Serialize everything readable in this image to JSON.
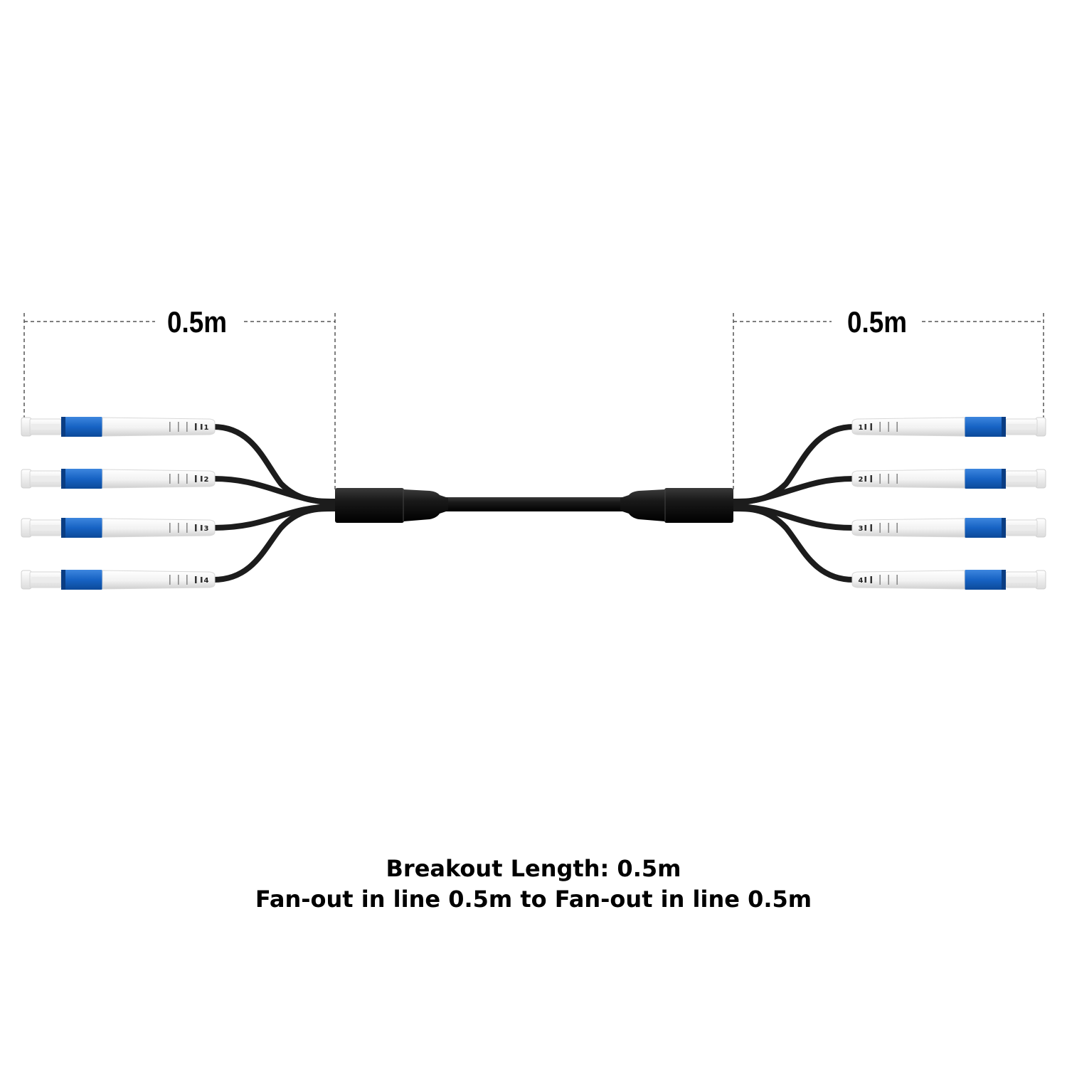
{
  "dimensions": {
    "left_label": "0.5m",
    "right_label": "0.5m"
  },
  "fibers": {
    "left": [
      "1",
      "2",
      "3",
      "4"
    ],
    "right": [
      "1",
      "2",
      "3",
      "4"
    ]
  },
  "caption": {
    "line1": "Breakout Length: 0.5m",
    "line2": "Fan-out in line 0.5m to Fan-out in line 0.5m"
  },
  "colors": {
    "connector_blue": "#1763c4",
    "connector_white": "#f4f4f4",
    "cable_black": "#1c1c1c"
  },
  "icons": [
    "lc-connector-icon",
    "fanout-housing-icon"
  ]
}
